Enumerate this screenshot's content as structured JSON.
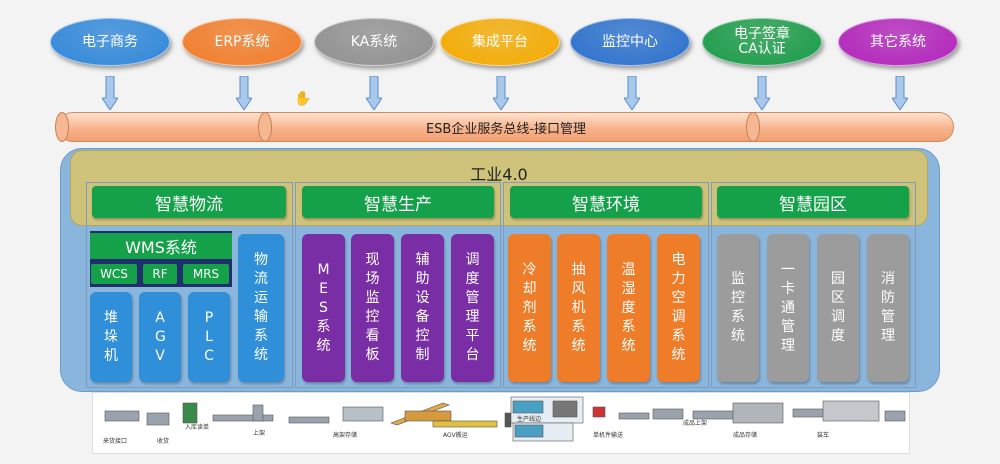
{
  "systems": [
    {
      "label": "电子商务",
      "color": "#2f86d8"
    },
    {
      "label": "ERP系统",
      "color": "#f07b29"
    },
    {
      "label": "KA系统",
      "color": "#8f8f8f"
    },
    {
      "label": "集成平台",
      "color": "#f2a900"
    },
    {
      "label": "监控中心",
      "color": "#2a6fcb"
    },
    {
      "label": "电子签章\nCA认证",
      "color": "#1a9a47"
    },
    {
      "label": "其它系统",
      "color": "#b023b9"
    }
  ],
  "esb_bus": "ESB企业服务总线-接口管理",
  "industry": "工业4.0",
  "sections": {
    "logistics": {
      "title": "智慧物流",
      "wms": "WMS系统",
      "wms_modules": [
        "WCS",
        "RF",
        "MRS"
      ],
      "devices": [
        "堆垛机",
        "AGV",
        "PLC"
      ],
      "transport": "物流运输系统"
    },
    "production": {
      "title": "智慧生产",
      "items": [
        "MES系统",
        "现场监控看板",
        "辅助设备控制",
        "调度管理平台"
      ]
    },
    "environment": {
      "title": "智慧环境",
      "items": [
        "冷却剂系统",
        "抽风机系统",
        "温湿度系统",
        "电力空调系统"
      ]
    },
    "park": {
      "title": "智慧园区",
      "items": [
        "监控系统",
        "一卡通管理",
        "园区调度",
        "消防管理"
      ]
    }
  },
  "strip_labels": [
    "来货接口",
    "入库读单",
    "收货",
    "上架",
    "高架存储",
    "AGV搬运",
    "生产线边",
    "单机件输送",
    "成品上架",
    "成品存储",
    "装车"
  ]
}
